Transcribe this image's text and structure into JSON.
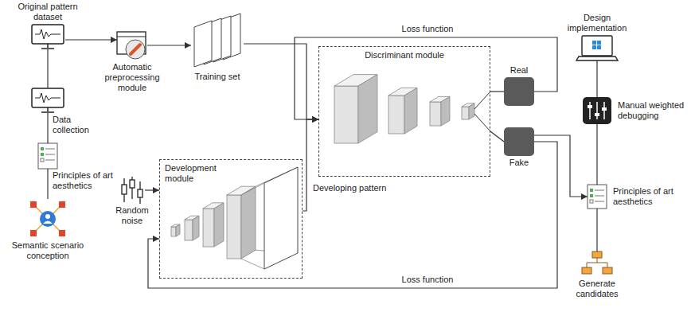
{
  "diagram": {
    "nodes": [
      {
        "text": [
          "Original pattern dataset"
        ]
      },
      {
        "text": [
          "Automatic preprocessing module"
        ]
      },
      {
        "text": [
          "Training set"
        ]
      },
      {
        "text": [
          "Discriminant module"
        ]
      },
      {
        "text": [
          "Real"
        ]
      },
      {
        "text": [
          "Fake"
        ]
      },
      {
        "text": [
          "Data collection"
        ]
      },
      {
        "text": [
          "Principles of art aesthetics"
        ]
      },
      {
        "text": [
          "Semantic scenario conception"
        ]
      },
      {
        "text": [
          "Random noise"
        ]
      },
      {
        "text": [
          "Development module"
        ]
      },
      {
        "text": [
          "Design implementation"
        ]
      },
      {
        "text": [
          "Manual weighted debugging"
        ]
      },
      {
        "text": [
          "Principles of art aesthetics"
        ]
      },
      {
        "text": [
          "Generate candidates"
        ]
      }
    ],
    "edges": [
      {
        "from": 0,
        "to": 1,
        "arrow": "to"
      },
      {
        "from": 1,
        "to": 2,
        "arrow": "to"
      },
      {
        "from": 2,
        "to": 3,
        "arrow": "to"
      },
      {
        "from": 10,
        "to": 3,
        "label": "Developing pattern",
        "arrow": "to"
      },
      {
        "from": 3,
        "to": 4,
        "arrow": "none"
      },
      {
        "from": 3,
        "to": 5,
        "arrow": "none"
      },
      {
        "from": 4,
        "to": 3,
        "label": "Loss function",
        "arrow": "to"
      },
      {
        "from": 5,
        "to": 10,
        "label": "Loss function",
        "arrow": "to"
      },
      {
        "from": 9,
        "to": 10,
        "arrow": "to"
      },
      {
        "from": 0,
        "to": 6,
        "arrow": "none"
      },
      {
        "from": 6,
        "to": 7,
        "arrow": "none"
      },
      {
        "from": 7,
        "to": 8,
        "arrow": "none"
      },
      {
        "from": 5,
        "to": 13,
        "arrow": "to"
      },
      {
        "from": 11,
        "to": 12,
        "arrow": "none"
      },
      {
        "from": 12,
        "to": 13,
        "arrow": "none"
      },
      {
        "from": 13,
        "to": 14,
        "arrow": "none"
      }
    ]
  }
}
